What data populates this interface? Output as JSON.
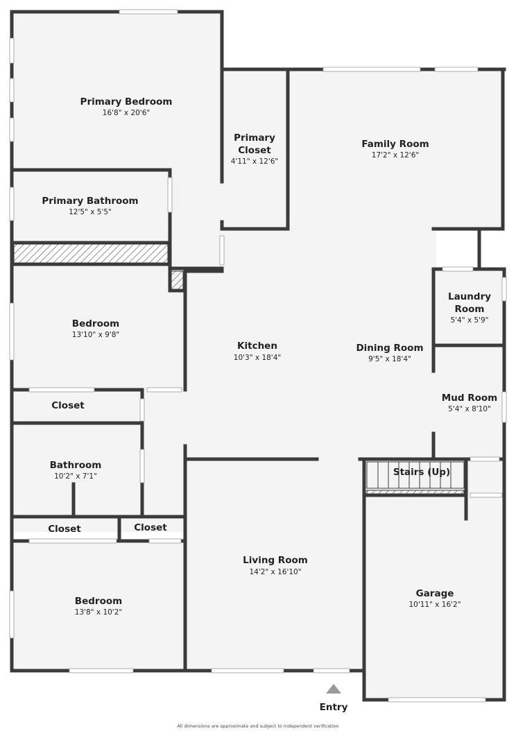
{
  "rooms": {
    "primary_bedroom": {
      "name": "Primary Bedroom",
      "dims": "16'8\" x 20'6\""
    },
    "primary_closet": {
      "name_line1": "Primary",
      "name_line2": "Closet",
      "dims": "4'11\" x 12'6\""
    },
    "family_room": {
      "name": "Family Room",
      "dims": "17'2\" x 12'6\""
    },
    "primary_bathroom": {
      "name": "Primary Bathroom",
      "dims": "12'5\" x 5'5\""
    },
    "laundry_room": {
      "name_line1": "Laundry",
      "name_line2": "Room",
      "dims": "5'4\" x 5'9\""
    },
    "bedroom_1": {
      "name": "Bedroom",
      "dims": "13'10\" x 9'8\""
    },
    "kitchen": {
      "name": "Kitchen",
      "dims": "10'3\" x 18'4\""
    },
    "dining_room": {
      "name": "Dining Room",
      "dims": "9'5\" x 18'4\""
    },
    "mud_room": {
      "name": "Mud Room",
      "dims": "5'4\" x 8'10\""
    },
    "closet_1": {
      "name": "Closet"
    },
    "bathroom": {
      "name": "Bathroom",
      "dims": "10'2\" x 7'1\""
    },
    "stairs": {
      "name": "Stairs (Up)"
    },
    "closet_2": {
      "name": "Closet"
    },
    "closet_3": {
      "name": "Closet"
    },
    "living_room": {
      "name": "Living Room",
      "dims": "14'2\" x 16'10\""
    },
    "garage": {
      "name": "Garage",
      "dims": "10'11\" x 16'2\""
    },
    "bedroom_2": {
      "name": "Bedroom",
      "dims": "13'8\" x 10'2\""
    }
  },
  "entry": {
    "label": "Entry"
  },
  "disclaimer": "All dimensions are approximate and subject to independent verification",
  "colors": {
    "wall": "#3a3a3a",
    "floor": "#f4f4f4",
    "window": "#ffffff",
    "hatch": "#555555"
  }
}
